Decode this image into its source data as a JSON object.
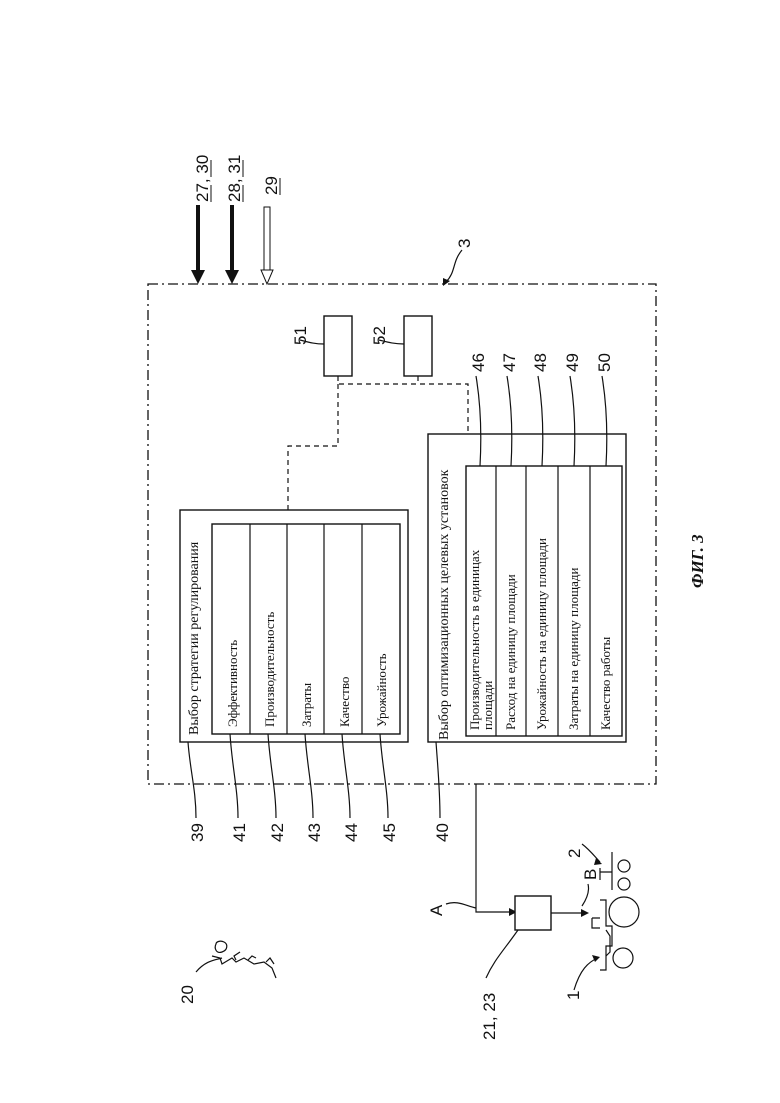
{
  "figure": {
    "caption": "ФИГ. 3",
    "inputs": [
      {
        "ref_a": "27",
        "ref_b": "30"
      },
      {
        "ref_a": "28",
        "ref_b": "31"
      },
      {
        "ref_a": "29"
      }
    ],
    "system_ref": "3",
    "strategy_block": {
      "ref": "39",
      "title": "Выбор стратегии регулирования",
      "items": [
        {
          "ref": "41",
          "label": "Эффективность"
        },
        {
          "ref": "42",
          "label": "Производительность"
        },
        {
          "ref": "43",
          "label": "Затраты"
        },
        {
          "ref": "44",
          "label": "Качество"
        },
        {
          "ref": "45",
          "label": "Урожайность"
        }
      ]
    },
    "optimization_block": {
      "ref": "40",
      "title": "Выбор оптимизационных целевых установок",
      "items": [
        {
          "ref": "46",
          "label_line1": "Производительность в единицах",
          "label_line2": "площади"
        },
        {
          "ref": "47",
          "label_line1": "Расход на единицу площади"
        },
        {
          "ref": "48",
          "label_line1": "Урожайность на единицу площади"
        },
        {
          "ref": "49",
          "label_line1": "Затраты на единицу площади"
        },
        {
          "ref": "50",
          "label_line1": "Качество работы"
        }
      ]
    },
    "modules": [
      {
        "ref": "51"
      },
      {
        "ref": "52"
      }
    ],
    "operator_ref": "20",
    "controller_ref": "21, 23",
    "signal_a": "A",
    "signal_b": "B",
    "machine_ref": "1",
    "implement_ref": "2"
  }
}
